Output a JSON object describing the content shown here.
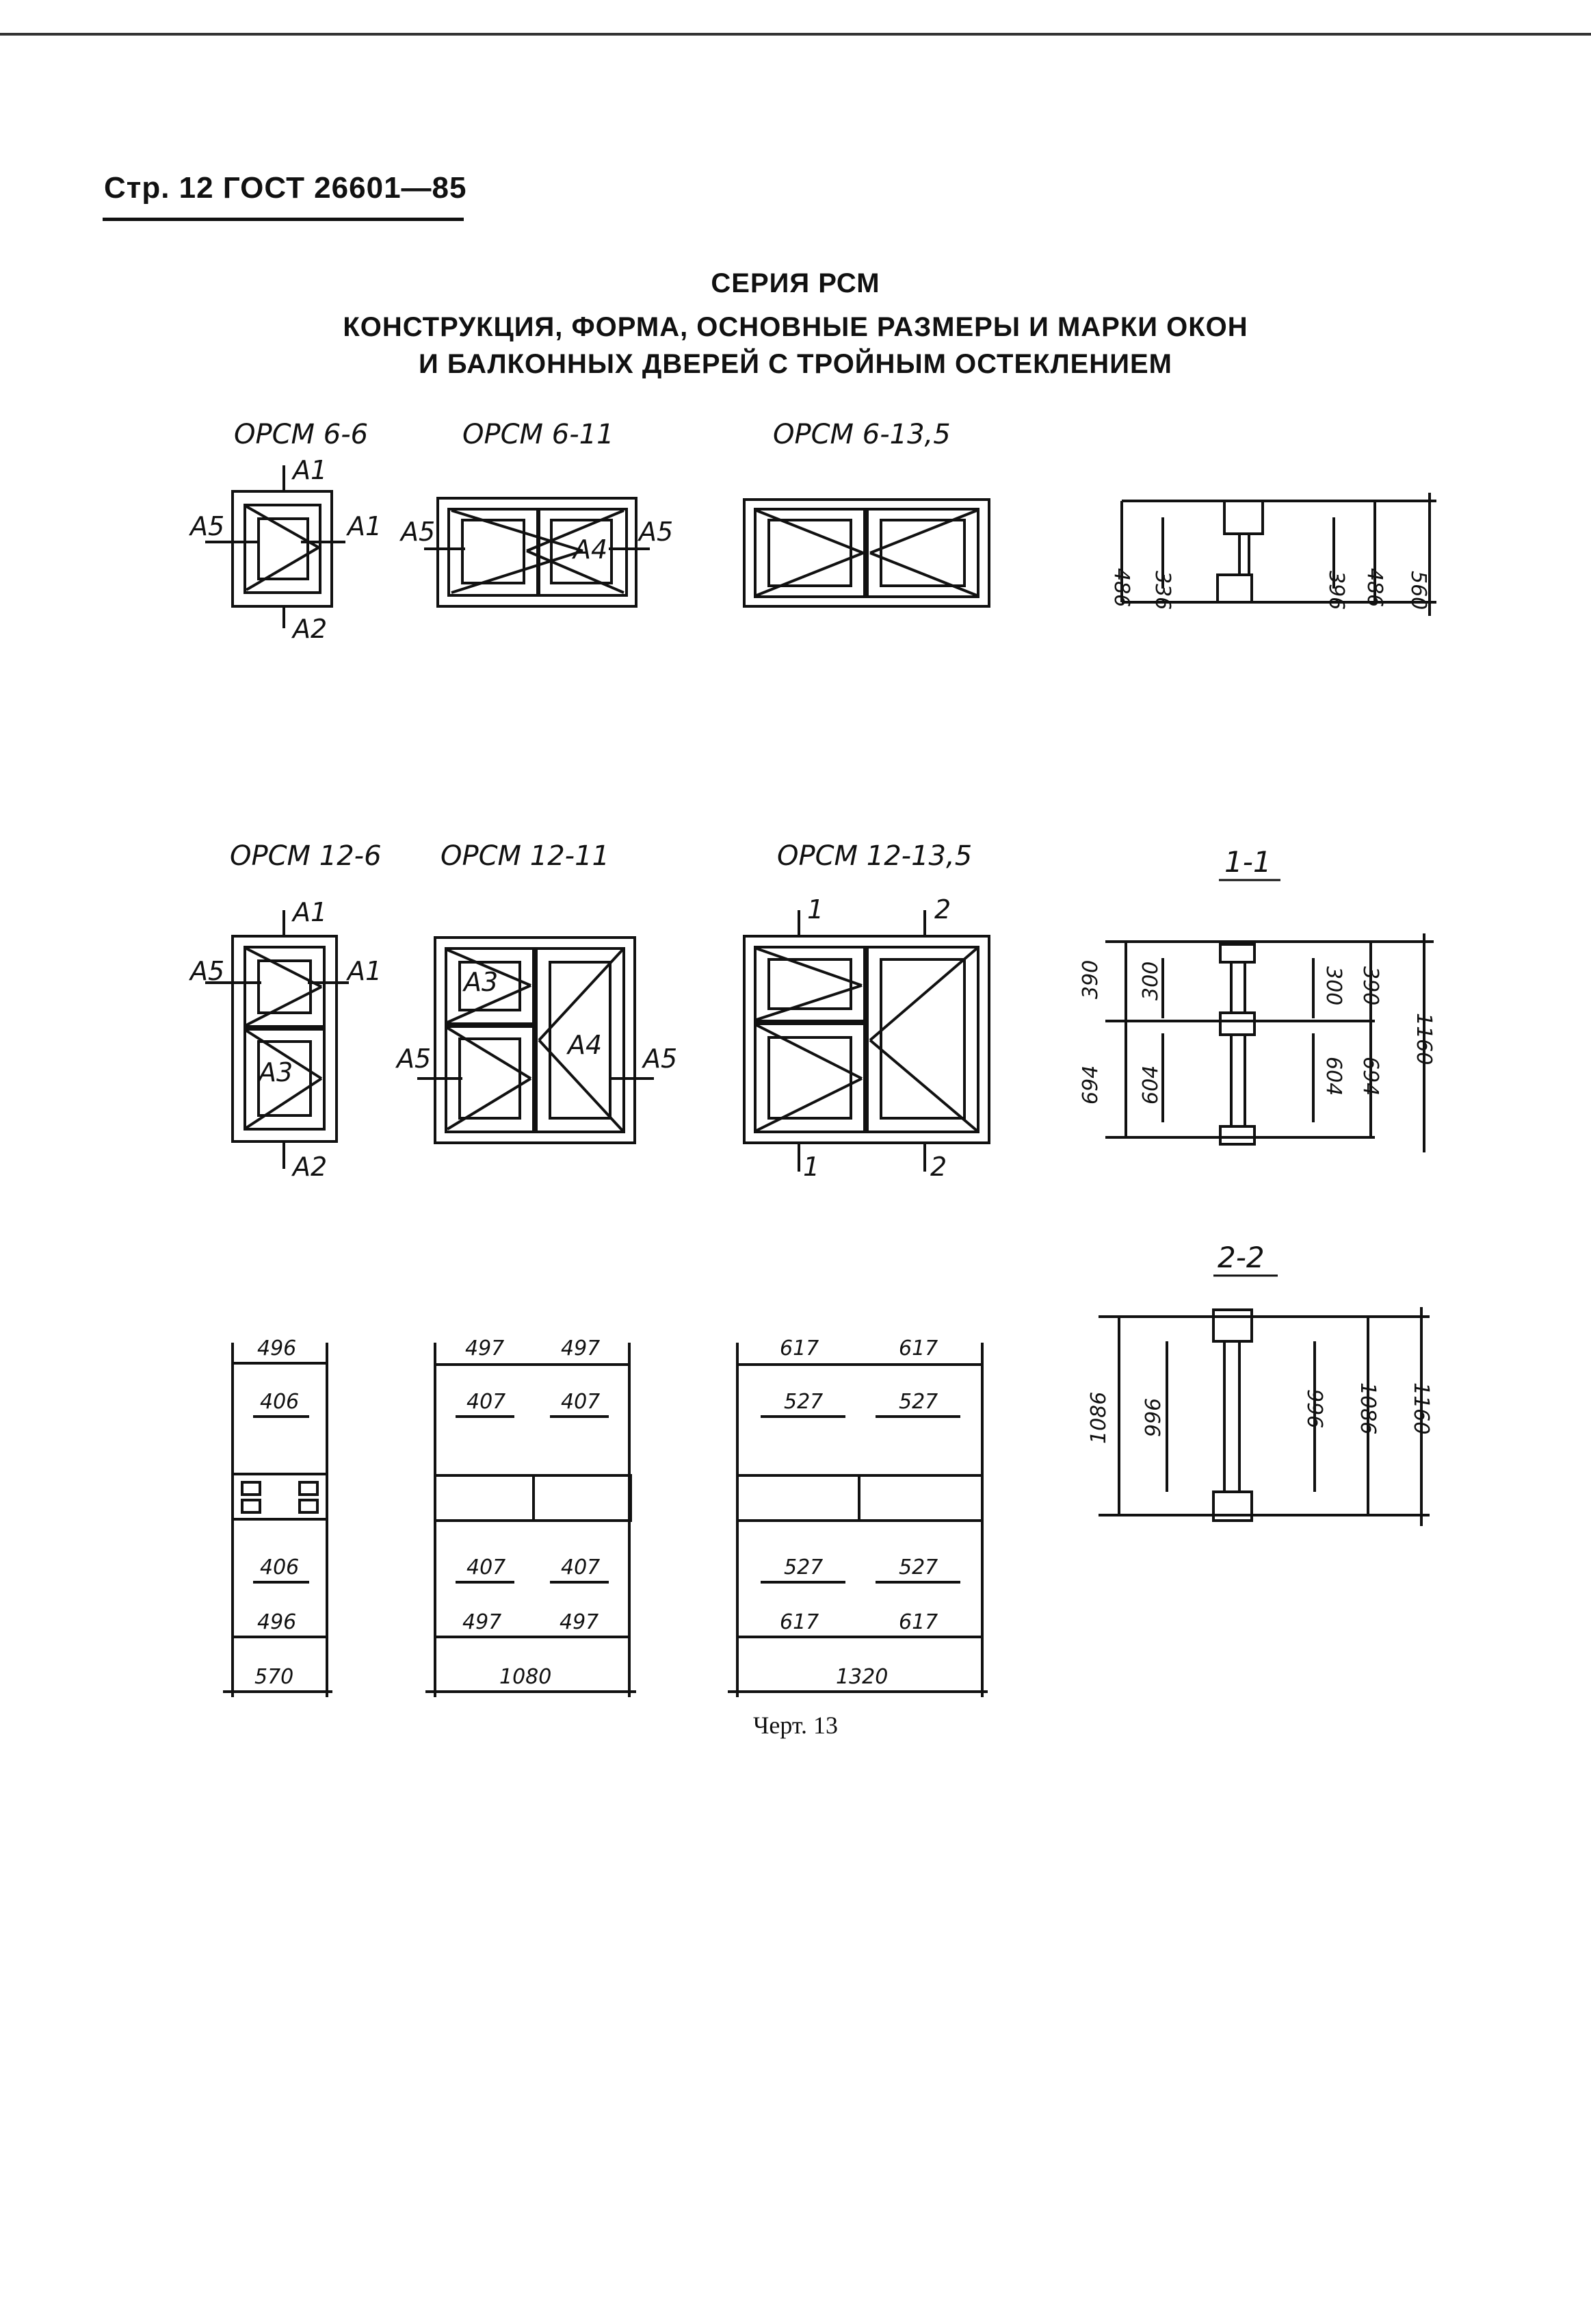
{
  "header": {
    "text": "Стр. 12  ГОСТ 26601—85"
  },
  "title": {
    "line1": "СЕРИЯ  РСМ",
    "line2": "КОНСТРУКЦИЯ, ФОРМА, ОСНОВНЫЕ РАЗМЕРЫ И МАРКИ ОКОН",
    "line3": "И БАЛКОННЫХ ДВЕРЕЙ С ТРОЙНЫМ ОСТЕКЛЕНИЕМ"
  },
  "marks": {
    "m1": "ОРСМ 6-6",
    "m2": "ОРСМ 6-11",
    "m3": "ОРСМ 6-13,5",
    "m4": "ОРСМ 12-6",
    "m5": "ОРСМ 12-11",
    "m6": "ОРСМ 12-13,5"
  },
  "sections": {
    "s11": "1-1",
    "s22": "2-2"
  },
  "labels": {
    "A1": "А1",
    "A2": "А2",
    "A3": "А3",
    "A4": "А4",
    "A5": "А5",
    "n1": "1",
    "n2": "2"
  },
  "dims": {
    "r1": {
      "a": "486",
      "b": "336",
      "c": "396",
      "d": "486",
      "e": "560"
    },
    "r2": {
      "a": "390",
      "b": "300",
      "c": "300",
      "d": "390",
      "e": "694",
      "f": "604",
      "g": "604",
      "h": "694",
      "i": "1160"
    },
    "r3": {
      "a": "1086",
      "b": "996",
      "c": "996",
      "d": "1086",
      "e": "1160"
    },
    "p1": {
      "top": "496",
      "in": "406",
      "in2": "406",
      "bot": "496",
      "total": "570"
    },
    "p2": {
      "top1": "497",
      "top2": "497",
      "in1": "407",
      "in2": "407",
      "in3": "407",
      "in4": "407",
      "bot1": "497",
      "bot2": "497",
      "total": "1080"
    },
    "p3": {
      "top1": "617",
      "top2": "617",
      "in1": "527",
      "in2": "527",
      "in3": "527",
      "in4": "527",
      "bot1": "617",
      "bot2": "617",
      "total": "1320"
    }
  },
  "caption": "Черт. 13"
}
